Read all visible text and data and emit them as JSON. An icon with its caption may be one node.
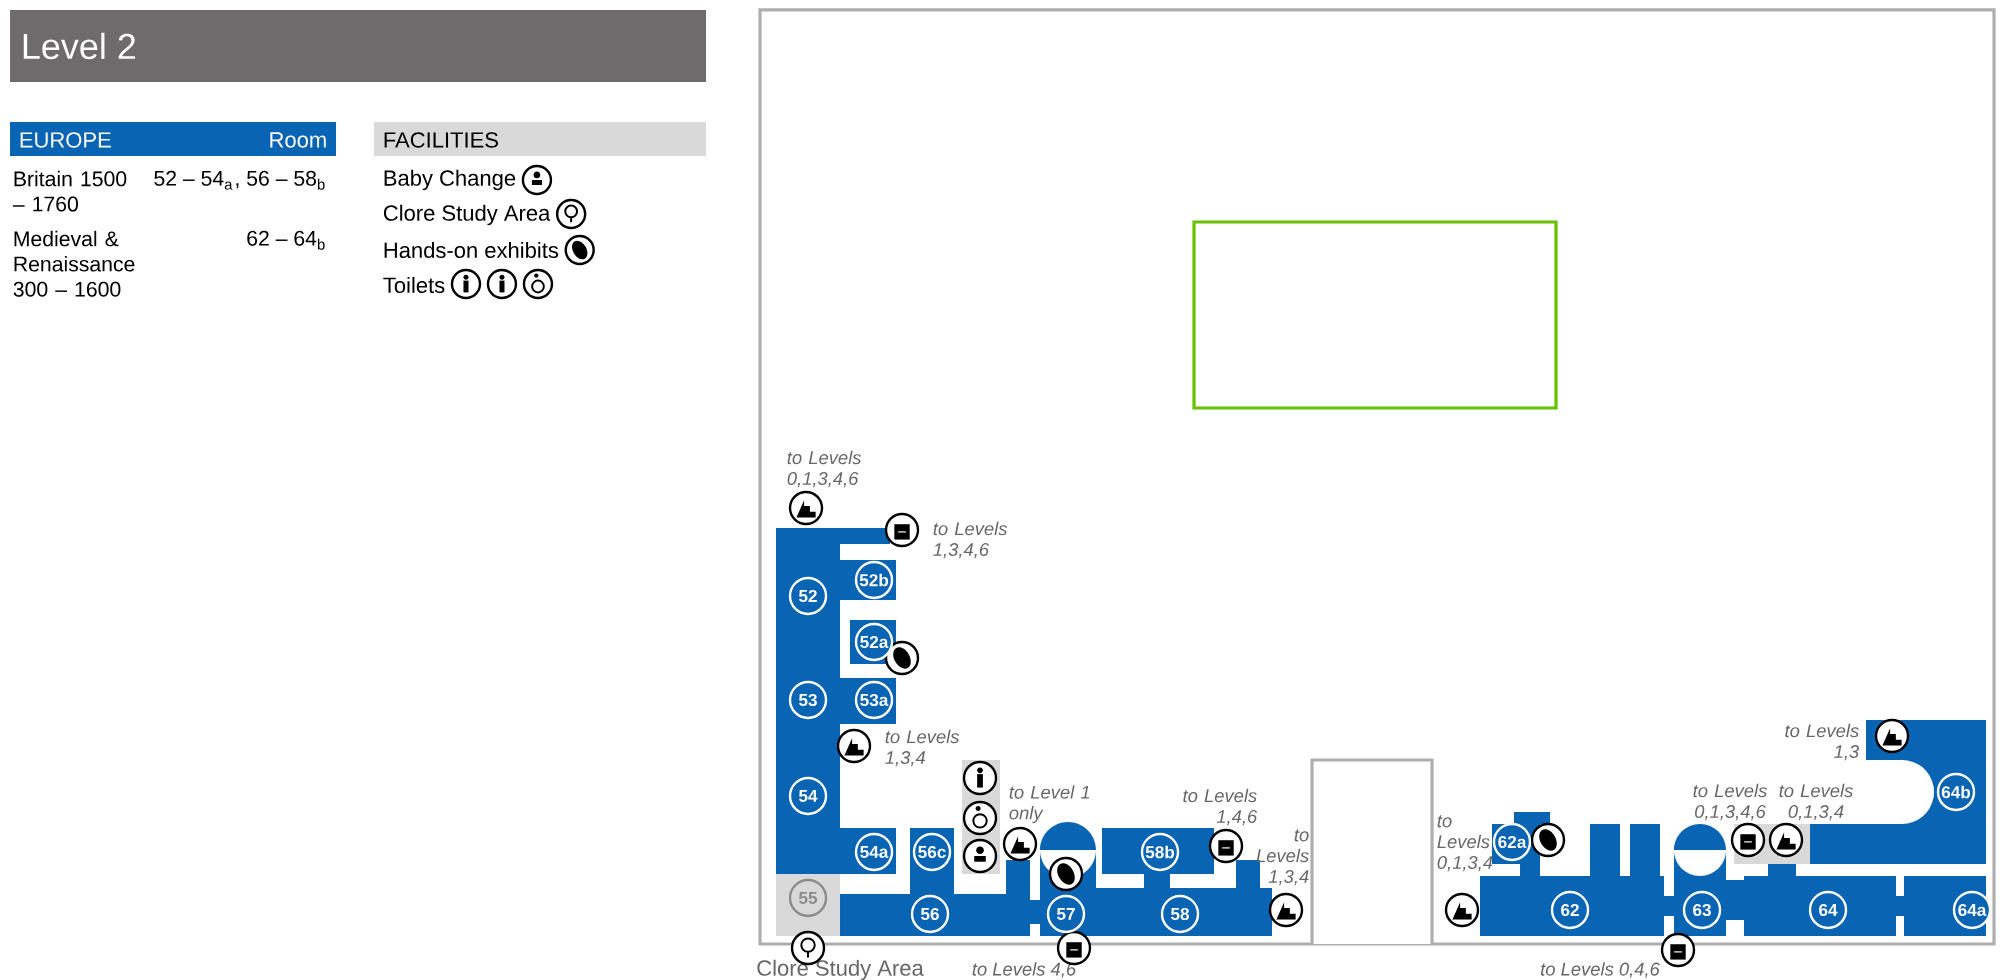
{
  "diagram": {
    "title": "Level 2",
    "nodes": [
      {
        "text": [
          "52"
        ]
      },
      {
        "text": [
          "52b"
        ]
      },
      {
        "text": [
          "52a"
        ]
      },
      {
        "text": [
          "53"
        ]
      },
      {
        "text": [
          "53a"
        ]
      },
      {
        "text": [
          "54"
        ]
      },
      {
        "text": [
          "54a"
        ]
      },
      {
        "text": [
          "56c"
        ]
      },
      {
        "text": [
          "55"
        ]
      },
      {
        "text": [
          "56"
        ]
      },
      {
        "text": [
          "57"
        ]
      },
      {
        "text": [
          "58b"
        ]
      },
      {
        "text": [
          "58"
        ]
      },
      {
        "text": [
          "62a"
        ]
      },
      {
        "text": [
          "62"
        ]
      },
      {
        "text": [
          "63"
        ]
      },
      {
        "text": [
          "64"
        ]
      },
      {
        "text": [
          "64a"
        ]
      },
      {
        "text": [
          "64b"
        ]
      },
      {
        "text": [],
        "shape": "box"
      }
    ],
    "labels": [
      "EUROPE",
      "Room",
      "Britain 1500 – 1760",
      "52 – 54$_{a}$, 56 – 58$_{b}$",
      "Medieval & Renaissance 300 – 1600",
      "62 – 64$_{b}$",
      "FACILITIES",
      "to Levels 0,1,3,4,6",
      "to Levels 1,3,4,6",
      "to Levels 1,3,4",
      "to Level 1 only",
      "to Levels 1,4,6",
      "to Levels 1,3,4",
      "Clore Study Area",
      "to Levels 4,6",
      "to Levels 1,3",
      "to Levels 0,1,3,4,6",
      "to Levels 0,1,3,4",
      "to Levels 0,1,3,4",
      "to Levels 0,4,6"
    ],
    "legend": [
      {
        "text": "Baby Change"
      },
      {
        "text": "Clore Study Area"
      },
      {
        "text": "Hands-on exhibits"
      },
      {
        "text": "Toilets"
      }
    ]
  }
}
